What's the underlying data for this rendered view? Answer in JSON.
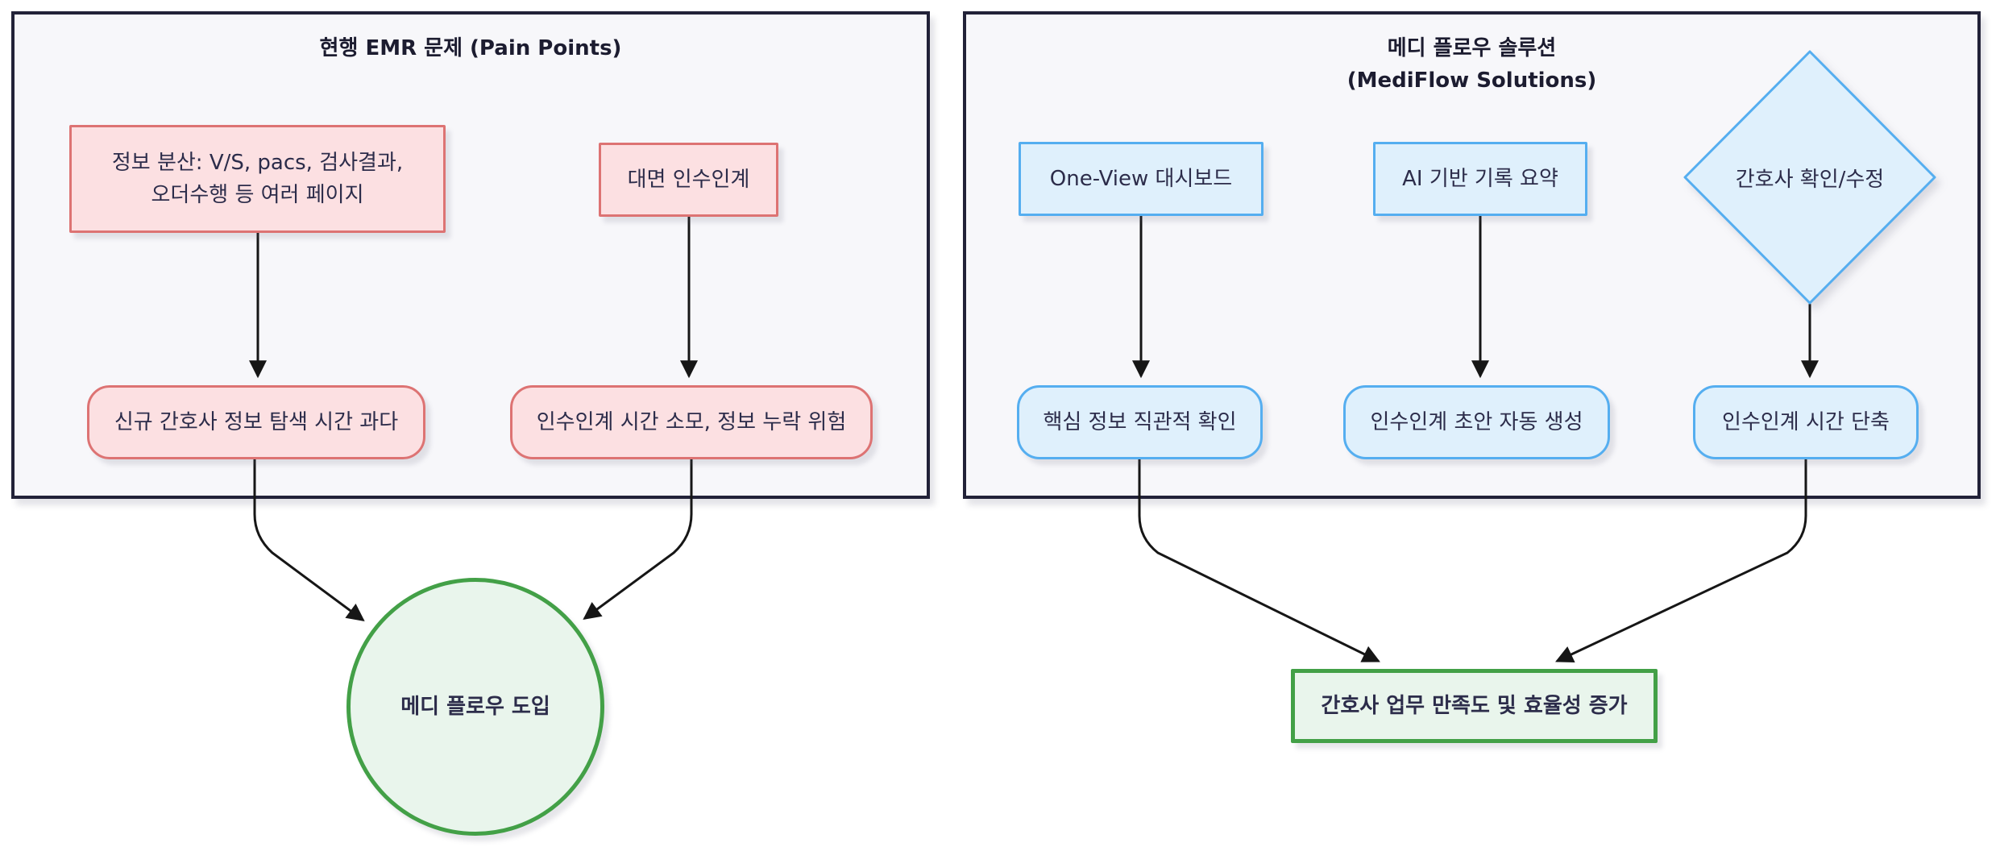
{
  "colors": {
    "canvas_bg": "#ffffff",
    "frame_fill": "#f7f7fa",
    "frame_border": "#222238",
    "pain_fill": "#fce0e2",
    "pain_border": "#dd7373",
    "solution_fill": "#dff0fc",
    "solution_border": "#55aef0",
    "success_fill": "#e9f5ec",
    "success_border": "#43a047",
    "text": "#2c2c4a",
    "title_text": "#1c1c30",
    "arrow": "#161616"
  },
  "pain_panel": {
    "title": "현행 EMR 문제 (Pain Points)",
    "nodes": {
      "source1": {
        "line1": "정보 분산: V/S, pacs, 검사결과,",
        "line2": "오더수행 등 여러 페이지"
      },
      "source2": {
        "label": "대면 인수인계"
      },
      "result1": {
        "label": "신규 간호사 정보 탐색 시간 과다"
      },
      "result2": {
        "label": "인수인계 시간 소모, 정보 누락 위험"
      }
    }
  },
  "solution_panel": {
    "title_line1": "메디 플로우 솔루션",
    "title_line2": "(MediFlow Solutions)",
    "nodes": {
      "feature1": {
        "label": "One-View 대시보드"
      },
      "feature2": {
        "label": "AI 기반 기록 요약"
      },
      "feature3": {
        "label": "간호사 확인/수정"
      },
      "result1": {
        "label": "핵심 정보 직관적 확인"
      },
      "result2": {
        "label": "인수인계 초안 자동 생성"
      },
      "result3": {
        "label": "인수인계 시간 단축"
      }
    }
  },
  "conclusion": {
    "adoption": {
      "label": "메디 플로우 도입"
    },
    "outcome": {
      "label": "간호사 업무 만족도 및 효율성 증가"
    }
  }
}
